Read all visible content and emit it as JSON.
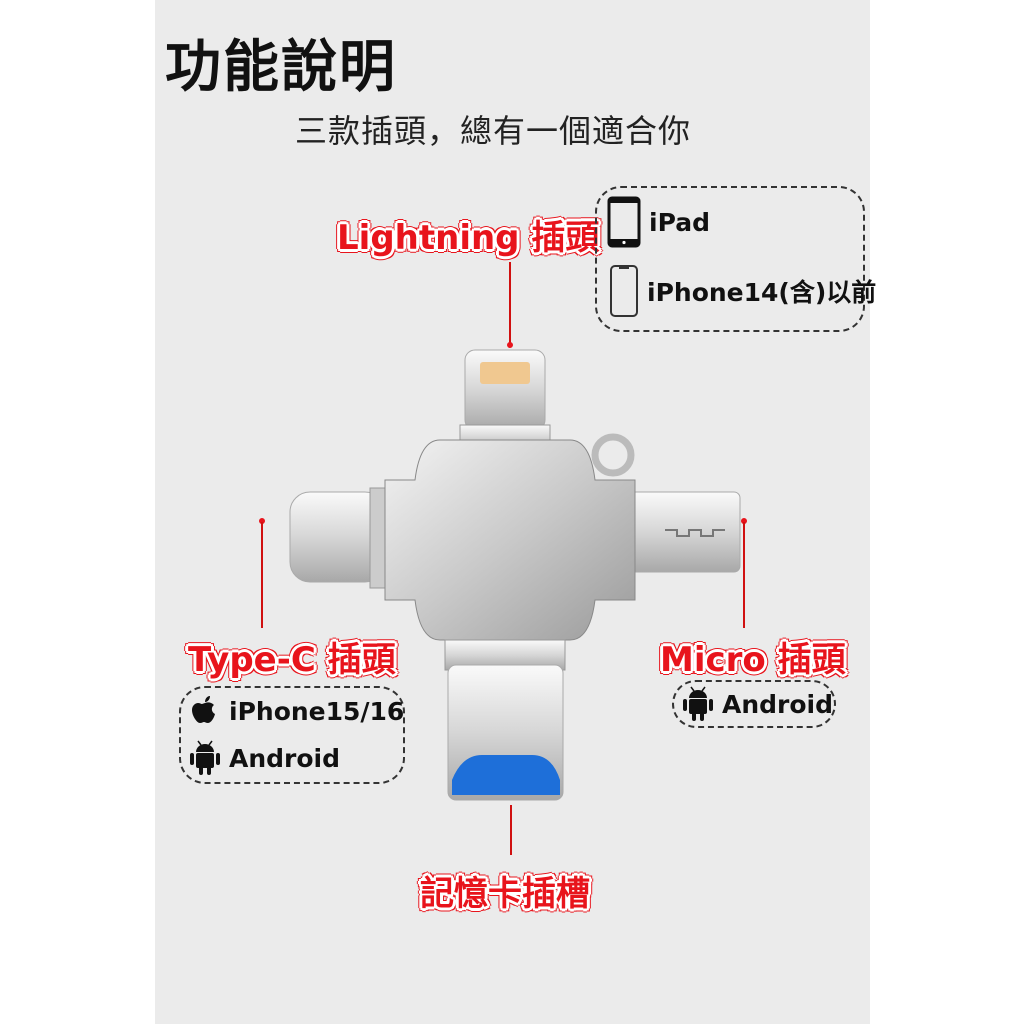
{
  "title": "功能說明",
  "subtitle": "三款插頭，總有一個適合你",
  "lightning": {
    "label": "Lightning 插頭",
    "devices": [
      {
        "icon": "ipad-icon",
        "label": "iPad"
      },
      {
        "icon": "iphone-icon",
        "label": "iPhone14(含)以前"
      }
    ]
  },
  "typec": {
    "label": "Type-C 插頭",
    "devices": [
      {
        "icon": "apple-icon",
        "label": "iPhone15/16"
      },
      {
        "icon": "android-icon",
        "label": "Android"
      }
    ]
  },
  "micro": {
    "label": "Micro 插頭",
    "devices": [
      {
        "icon": "android-icon",
        "label": "Android"
      }
    ]
  },
  "cardslot": {
    "label": "記憶卡插槽"
  },
  "colors": {
    "accent": "#e8141c",
    "background": "#ebebeb",
    "card": "#1e6fd9"
  }
}
